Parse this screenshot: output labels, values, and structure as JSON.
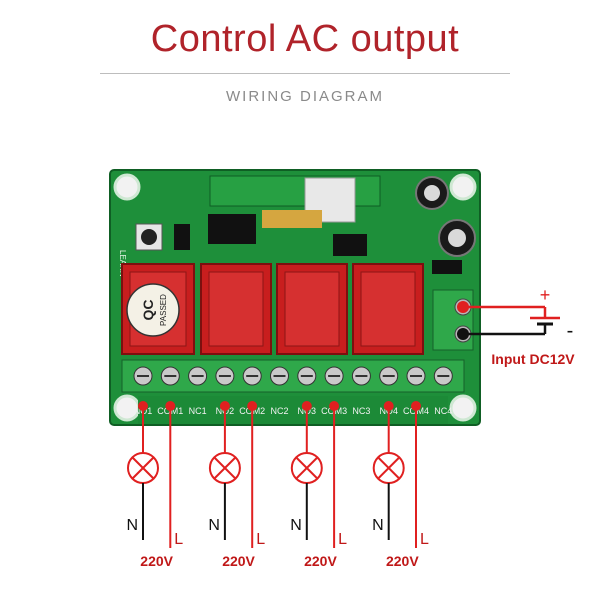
{
  "title": "Control AC output",
  "subtitle": "WIRING DIAGRAM",
  "board": {
    "learn_label": "LEARN",
    "qc_mark": "QC",
    "qc_passed": "PASSED",
    "terminal_labels": [
      "NO1",
      "COM1",
      "NC1",
      "NO2",
      "COM2",
      "NC2",
      "NO3",
      "COM3",
      "NC3",
      "NO4",
      "COM4",
      "NC4"
    ]
  },
  "power": {
    "plus": "+",
    "minus": "-",
    "input_label": "Input DC12V"
  },
  "loads": [
    {
      "neutral": "N",
      "line": "L",
      "voltage": "220V"
    },
    {
      "neutral": "N",
      "line": "L",
      "voltage": "220V"
    },
    {
      "neutral": "N",
      "line": "L",
      "voltage": "220V"
    },
    {
      "neutral": "N",
      "line": "L",
      "voltage": "220V"
    }
  ],
  "colors": {
    "title": "#b0232a",
    "wire_red": "#e02020",
    "board_green": "#1e8f3a",
    "relay_red": "#c81e1e",
    "terminal_green": "#2fa84a"
  }
}
